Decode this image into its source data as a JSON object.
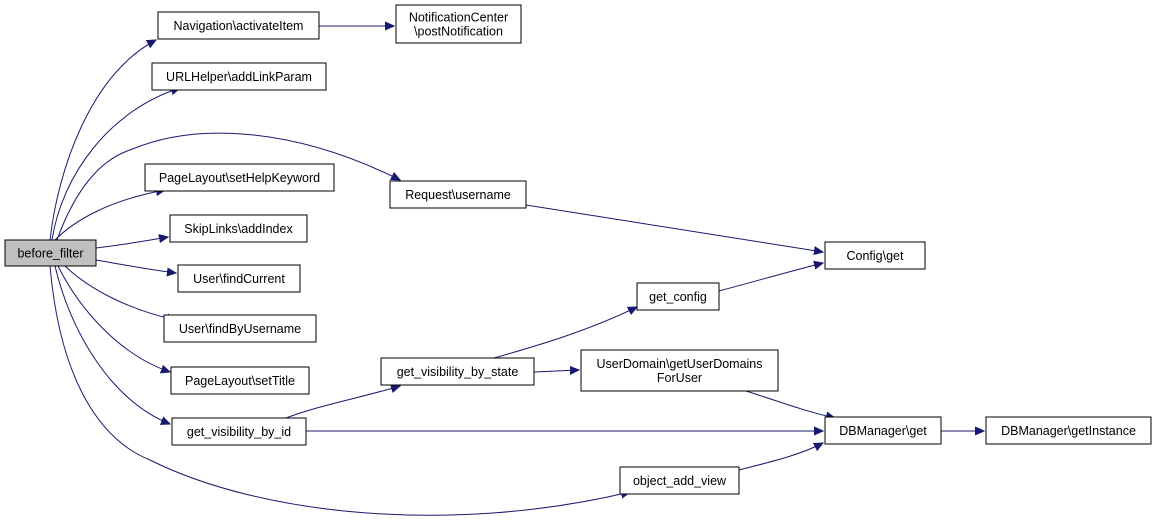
{
  "diagram": {
    "nodes": [
      {
        "id": "before_filter",
        "lines": [
          "before_filter"
        ],
        "root": true
      },
      {
        "id": "nav_activate",
        "lines": [
          "Navigation\\activateItem"
        ]
      },
      {
        "id": "notif_post",
        "lines": [
          "NotificationCenter",
          "\\postNotification"
        ]
      },
      {
        "id": "url_addlink",
        "lines": [
          "URLHelper\\addLinkParam"
        ]
      },
      {
        "id": "req_username",
        "lines": [
          "Request\\username"
        ]
      },
      {
        "id": "pl_sethelp",
        "lines": [
          "PageLayout\\setHelpKeyword"
        ]
      },
      {
        "id": "skip_addindex",
        "lines": [
          "SkipLinks\\addIndex"
        ]
      },
      {
        "id": "config_get",
        "lines": [
          "Config\\get"
        ]
      },
      {
        "id": "user_findcurrent",
        "lines": [
          "User\\findCurrent"
        ]
      },
      {
        "id": "get_config",
        "lines": [
          "get_config"
        ]
      },
      {
        "id": "user_findbyusername",
        "lines": [
          "User\\findByUsername"
        ]
      },
      {
        "id": "ud_getuserdomains",
        "lines": [
          "UserDomain\\getUserDomains",
          "ForUser"
        ]
      },
      {
        "id": "gvbs",
        "lines": [
          "get_visibility_by_state"
        ]
      },
      {
        "id": "pl_settitle",
        "lines": [
          "PageLayout\\setTitle"
        ]
      },
      {
        "id": "gvbid",
        "lines": [
          "get_visibility_by_id"
        ]
      },
      {
        "id": "dbm_get",
        "lines": [
          "DBManager\\get"
        ]
      },
      {
        "id": "dbm_getinstance",
        "lines": [
          "DBManager\\getInstance"
        ]
      },
      {
        "id": "oav",
        "lines": [
          "object_add_view"
        ]
      }
    ],
    "edges": [
      {
        "from": "before_filter",
        "to": "nav_activate"
      },
      {
        "from": "before_filter",
        "to": "url_addlink"
      },
      {
        "from": "before_filter",
        "to": "req_username"
      },
      {
        "from": "before_filter",
        "to": "pl_sethelp"
      },
      {
        "from": "before_filter",
        "to": "skip_addindex"
      },
      {
        "from": "before_filter",
        "to": "user_findcurrent"
      },
      {
        "from": "before_filter",
        "to": "user_findbyusername"
      },
      {
        "from": "before_filter",
        "to": "pl_settitle"
      },
      {
        "from": "before_filter",
        "to": "gvbid"
      },
      {
        "from": "before_filter",
        "to": "oav"
      },
      {
        "from": "nav_activate",
        "to": "notif_post"
      },
      {
        "from": "req_username",
        "to": "config_get"
      },
      {
        "from": "get_config",
        "to": "config_get"
      },
      {
        "from": "gvbs",
        "to": "get_config"
      },
      {
        "from": "gvbs",
        "to": "ud_getuserdomains"
      },
      {
        "from": "gvbid",
        "to": "gvbs"
      },
      {
        "from": "gvbid",
        "to": "dbm_get"
      },
      {
        "from": "ud_getuserdomains",
        "to": "dbm_get"
      },
      {
        "from": "oav",
        "to": "dbm_get"
      },
      {
        "from": "dbm_get",
        "to": "dbm_getinstance"
      }
    ]
  }
}
